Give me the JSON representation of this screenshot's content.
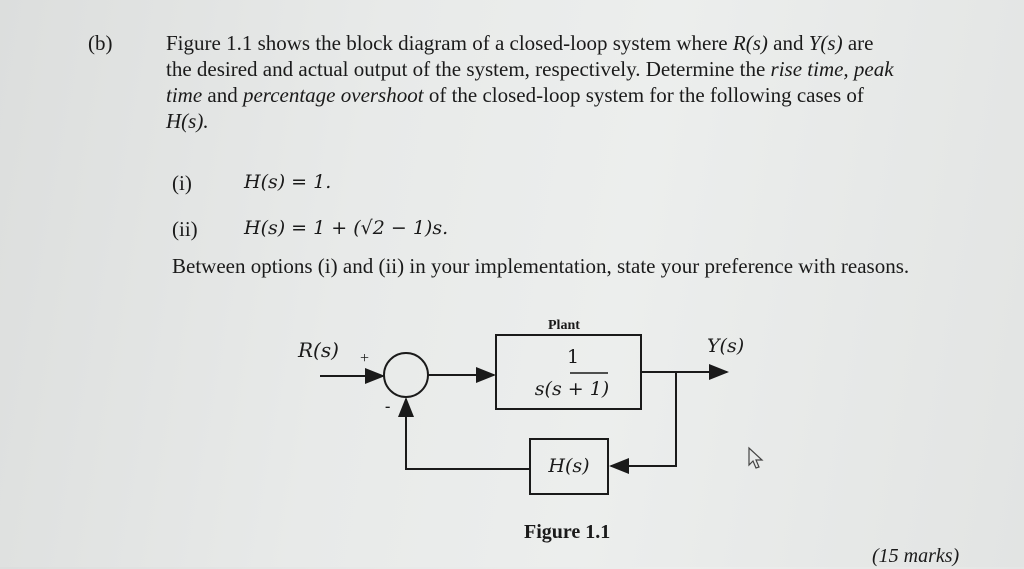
{
  "question": {
    "label": "(b)",
    "lines": [
      {
        "parts": [
          {
            "t": "Figure 1.1 shows the block diagram of a closed-loop system where ",
            "i": false
          },
          {
            "t": "R(s)",
            "i": true
          },
          {
            "t": " and ",
            "i": false
          },
          {
            "t": "Y(s)",
            "i": true
          },
          {
            "t": " are",
            "i": false
          }
        ]
      },
      {
        "parts": [
          {
            "t": "the desired and actual output of the system, respectively. Determine the ",
            "i": false
          },
          {
            "t": "rise time, peak",
            "i": true
          }
        ]
      },
      {
        "parts": [
          {
            "t": "time",
            "i": true
          },
          {
            "t": " and ",
            "i": false
          },
          {
            "t": "percentage overshoot",
            "i": true
          },
          {
            "t": " of the closed-loop system for the following cases of",
            "i": false
          }
        ]
      },
      {
        "parts": [
          {
            "t": "H(s).",
            "i": true
          }
        ]
      }
    ],
    "cases": [
      {
        "label": "(i)",
        "expr": "H(s) = 1."
      },
      {
        "label": "(ii)",
        "expr": "H(s) = 1 + (√2 − 1)s."
      }
    ],
    "followup": "Between options (i) and (ii) in your implementation, state your preference with reasons.",
    "marks": "(15 marks)"
  },
  "diagram": {
    "input_label": "R(s)",
    "output_label": "Y(s)",
    "plus_sign": "+",
    "minus_sign": "-",
    "plant_title": "Plant",
    "plant_numerator": "1",
    "plant_denominator": "s(s + 1)",
    "feedback_block": "H(s)",
    "caption": "Figure 1.1"
  }
}
